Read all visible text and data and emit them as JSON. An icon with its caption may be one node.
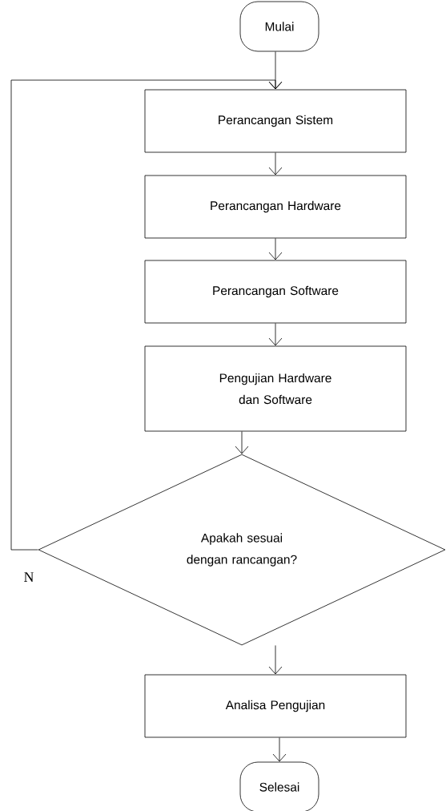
{
  "diagram": {
    "nodes": [
      {
        "text": [
          "Mulai"
        ]
      },
      {
        "text": [
          "Perancangan Sistem"
        ]
      },
      {
        "text": [
          "Perancangan Hardware"
        ]
      },
      {
        "text": [
          "Perancangan Software"
        ]
      },
      {
        "text": [
          "Pengujian Hardware dan Software"
        ]
      },
      {
        "text": [
          "Apakah sesuai dengan rancangan?"
        ]
      },
      {
        "text": [
          "Analisa Pengujian"
        ]
      },
      {
        "text": [
          "Selesai"
        ]
      }
    ],
    "edges": [
      {
        "from": 0,
        "to": 1,
        "arrow": "to"
      },
      {
        "from": 1,
        "to": 2,
        "arrow": "to"
      },
      {
        "from": 2,
        "to": 3,
        "arrow": "to"
      },
      {
        "from": 3,
        "to": 4,
        "arrow": "to"
      },
      {
        "from": 4,
        "to": 5,
        "arrow": "to"
      },
      {
        "from": 5,
        "to": 1,
        "arrow": "to",
        "label": "N"
      },
      {
        "from": 5,
        "to": 6,
        "arrow": "to"
      },
      {
        "from": 6,
        "to": 7,
        "arrow": "to"
      }
    ]
  }
}
